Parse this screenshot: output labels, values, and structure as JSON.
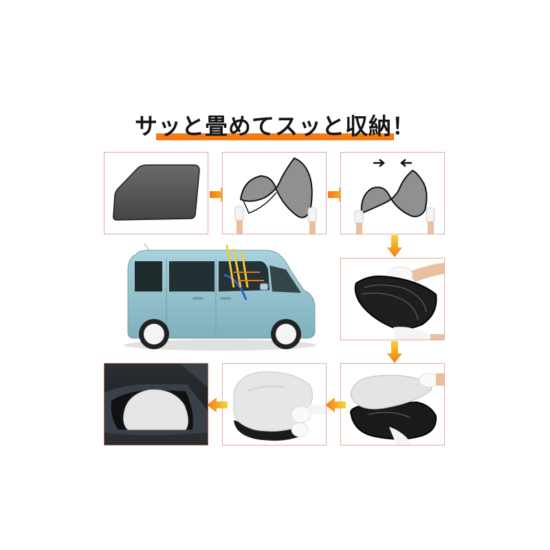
{
  "title": {
    "text": "サッと畳めてスッと収納！",
    "underline_color": "#F47A14"
  },
  "colors": {
    "panel_border": "#e3a79b",
    "arrow_orange": "#F47A14",
    "arrow_yellow": "#F5D43A",
    "shade_mesh": "#555555",
    "car_body": "#8fbfcb",
    "silver": "#e4e4e4"
  },
  "steps": [
    {
      "id": 1,
      "icon": "flat-sunshade-icon",
      "description": "flat window sunshade"
    },
    {
      "id": 2,
      "icon": "twist-sunshade-icon",
      "description": "hands twisting the sunshade"
    },
    {
      "id": 3,
      "icon": "twist-sunshade-push-icon",
      "description": "hands pushing ends together",
      "arrows": [
        "→",
        "←"
      ]
    },
    {
      "id": 4,
      "icon": "coiled-sunshade-icon",
      "description": "sunshade coiled into loops"
    },
    {
      "id": 5,
      "icon": "pouch-insert-icon",
      "description": "inserting folded shade into silver pouch"
    },
    {
      "id": 6,
      "icon": "silver-pouch-icon",
      "description": "shade in closed silver pouch"
    },
    {
      "id": 7,
      "icon": "stored-pouch-icon",
      "description": "pouch stored in car door pocket"
    }
  ],
  "car": {
    "icon": "mini-van-icon",
    "description": "light-blue kei van with shade on window"
  }
}
